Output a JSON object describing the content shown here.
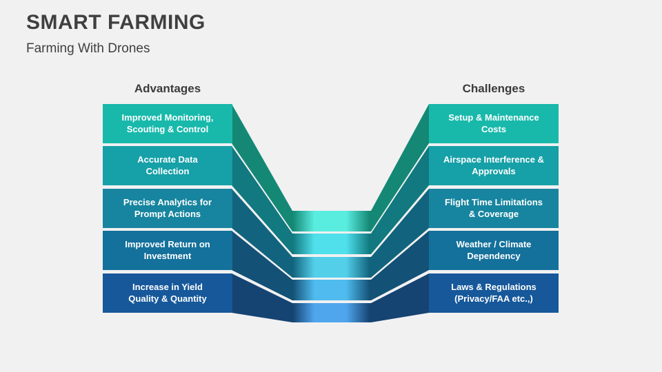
{
  "slide": {
    "title": "SMART FARMING",
    "subtitle": "Farming With Drones",
    "background_color": "#F1F1F2",
    "title_color": "#3F3F3F",
    "header_color": "#3B3B3B",
    "box_text_color": "#FFFFFF"
  },
  "columns": {
    "left_header": "Advantages",
    "right_header": "Challenges"
  },
  "rows": [
    {
      "advantage": "Improved Monitoring,\nScouting & Control",
      "challenge": "Setup & Maintenance\nCosts",
      "box_color": "#18B9AB",
      "band_color": "#148875",
      "glow_color": "#59EDE0"
    },
    {
      "advantage": "Accurate Data\nCollection",
      "challenge": "Airspace Interference &\nApprovals",
      "box_color": "#16A0A7",
      "band_color": "#11797F",
      "glow_color": "#4FE0EC"
    },
    {
      "advantage": "Precise Analytics for\nPrompt Actions",
      "challenge": "Flight Time Limitations\n& Coverage",
      "box_color": "#17859F",
      "band_color": "#12647E",
      "glow_color": "#53CFEA"
    },
    {
      "advantage": "Improved Return on\nInvestment",
      "challenge": "Weather / Climate\nDependency",
      "box_color": "#14719B",
      "band_color": "#135176",
      "glow_color": "#4FBBEE"
    },
    {
      "advantage": "Increase in Yield\nQuality & Quantity",
      "challenge": "Laws & Regulations\n(Privacy/FAA etc.,)",
      "box_color": "#16589A",
      "band_color": "#154472",
      "glow_color": "#4FA6ED"
    }
  ]
}
